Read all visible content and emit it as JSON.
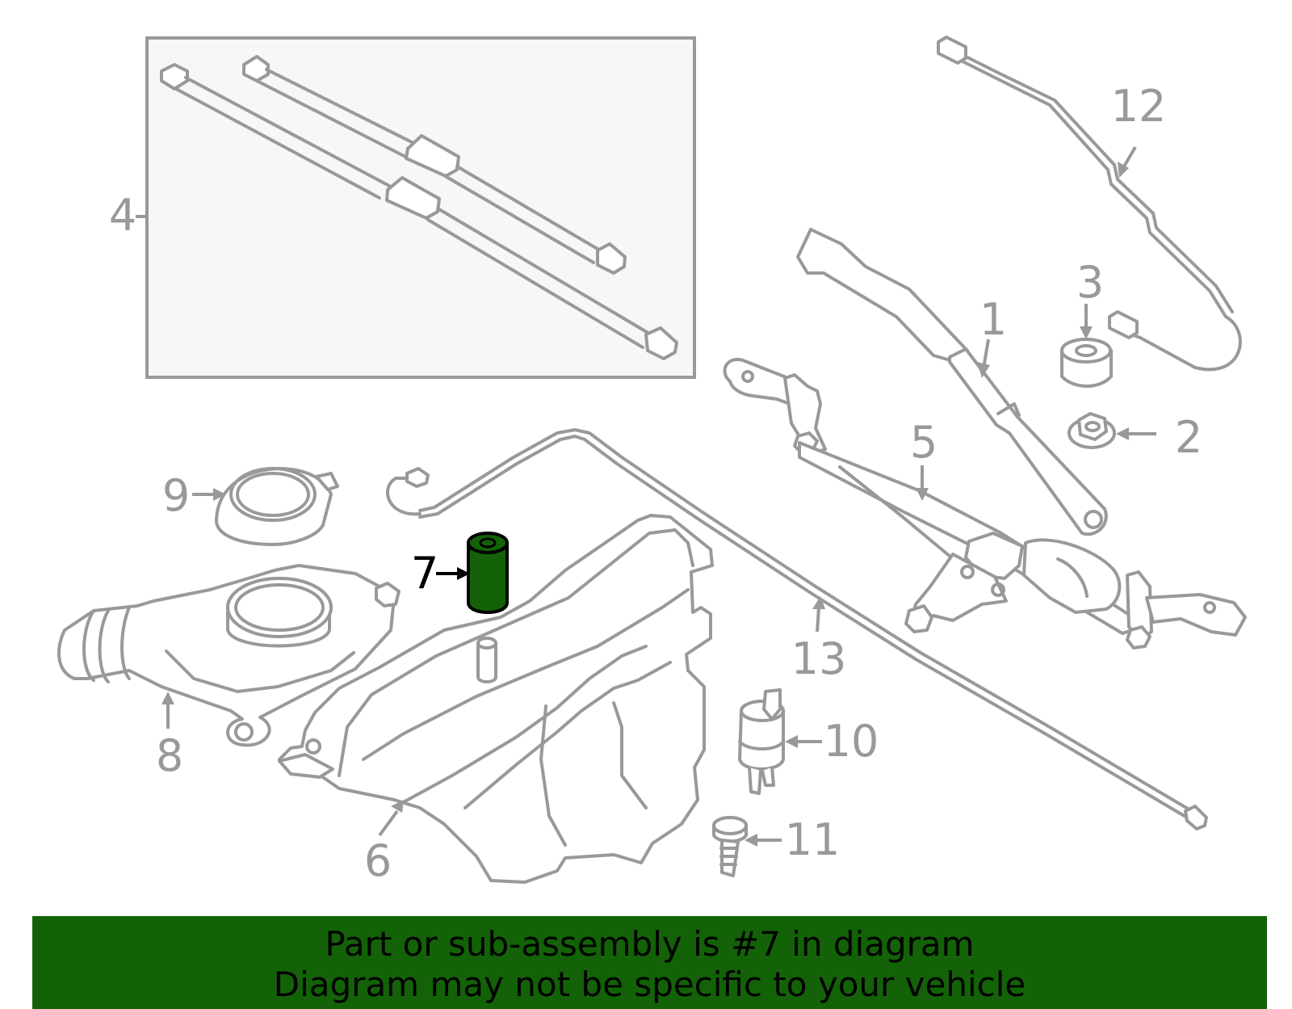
{
  "callouts": {
    "c1": "1",
    "c2": "2",
    "c3": "3",
    "c4": "4",
    "c5": "5",
    "c6": "6",
    "c7": "7",
    "c8": "8",
    "c9": "9",
    "c10": "10",
    "c11": "11",
    "c12": "12",
    "c13": "13"
  },
  "highlight": {
    "part_number": "7",
    "color": "#136207"
  },
  "banner": {
    "line1": "Part or sub-assembly is #7 in diagram",
    "line2": "Diagram may not be specific to your vehicle",
    "background": "#136207"
  },
  "colors": {
    "linework": "#999999",
    "box_fill": "#f7f7f7"
  }
}
